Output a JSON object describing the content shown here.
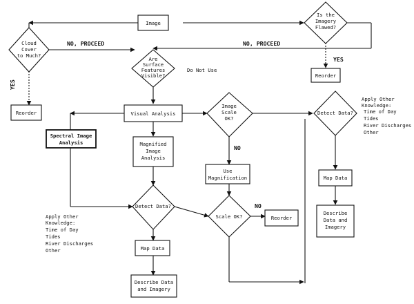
{
  "nodes": {
    "image": "Image",
    "is_imagery_flawed": [
      "Is the",
      "Imagery",
      "Flawed?"
    ],
    "cloud_cover": [
      "Cloud",
      "Cover",
      "to Much?"
    ],
    "surface_features": [
      "Are",
      "Surface",
      "Features",
      "Visible?"
    ],
    "do_not_use": "Do Not Use",
    "reorder_top": "Reorder",
    "reorder_left": "Reorder",
    "visual_analysis": "Visual Analysis",
    "image_scale_ok": [
      "Image",
      "Scale",
      "OK?"
    ],
    "spectral_image_analysis": [
      "Spectral Image",
      "Analysis"
    ],
    "magnified_image_analysis": [
      "Magnified",
      "Image",
      "Analysis"
    ],
    "use_magnification": [
      "Use",
      "Magnification"
    ],
    "detect_data_right": "Detect Data?",
    "map_data_right": "Map Data",
    "describe_right": [
      "Describe",
      "Data and",
      "Imagery"
    ],
    "detect_data_center": "Detect Data?",
    "scale_ok": "Scale OK?",
    "reorder_mid": "Reorder",
    "map_data_center": "Map Data",
    "describe_center": [
      "Describe Data",
      "and Imagery"
    ]
  },
  "edge_labels": {
    "no_proceed_left": "NO, PROCEED",
    "no_proceed_right": "NO, PROCEED",
    "yes_right": "YES",
    "yes_left": "YES",
    "no_scale": "NO",
    "no_scale2": "NO"
  },
  "notes": {
    "knowledge_right": [
      "Apply Other",
      "Knowledge:",
      "Time of Day",
      "Tides",
      "River Discharges",
      "Other"
    ],
    "knowledge_left": [
      "Apply Other",
      "Knowledge:",
      "Time of Day",
      "Tides",
      "River Discharges",
      "Other"
    ]
  }
}
